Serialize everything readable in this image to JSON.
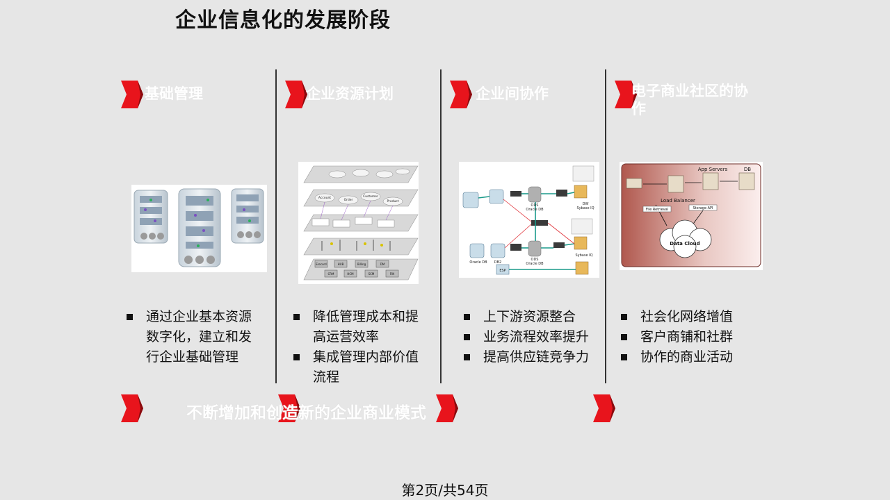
{
  "title": "企业信息化的发展阶段",
  "phases": [
    {
      "title": "基础管理",
      "bullets": [
        "通过企业基本资源数字化，建立和发行企业基础管理"
      ]
    },
    {
      "title": "企业资源计划",
      "bullets": [
        "降低管理成本和提高运营效率",
        "集成管理内部价值流程"
      ]
    },
    {
      "title": "企业间协作",
      "bullets": [
        "上下游资源整合",
        "业务流程效率提升",
        "提高供应链竞争力"
      ]
    },
    {
      "title": "电子商业社区的协作",
      "bullets": [
        "社会化网络增值",
        "客户商铺和社群",
        "协作的商业活动"
      ]
    }
  ],
  "diagram2": {
    "labels": [
      "Account",
      "Order",
      "Customer",
      "Product",
      "Erecord",
      "HUB",
      "Billing",
      "DM",
      "CRM",
      "HCM",
      "SCM",
      "FIN"
    ]
  },
  "diagram3": {
    "labels": [
      "ODS",
      "Oracle DB",
      "DW",
      "Sybase IQ",
      "ODS",
      "Oracle DB",
      "Sybase IQ",
      "Oracle DB",
      "DB2",
      "ESP"
    ]
  },
  "diagram4": {
    "labels": [
      "App Servers",
      "DB",
      "Load Balancer",
      "File Retrieval",
      "Storage API",
      "Data Cloud"
    ]
  },
  "bottom_text": "不断增加和创造新的企业商业模式",
  "footer": "第2页/共54页",
  "colors": {
    "accent": "#e8141c",
    "background": "#e6e6e6"
  }
}
